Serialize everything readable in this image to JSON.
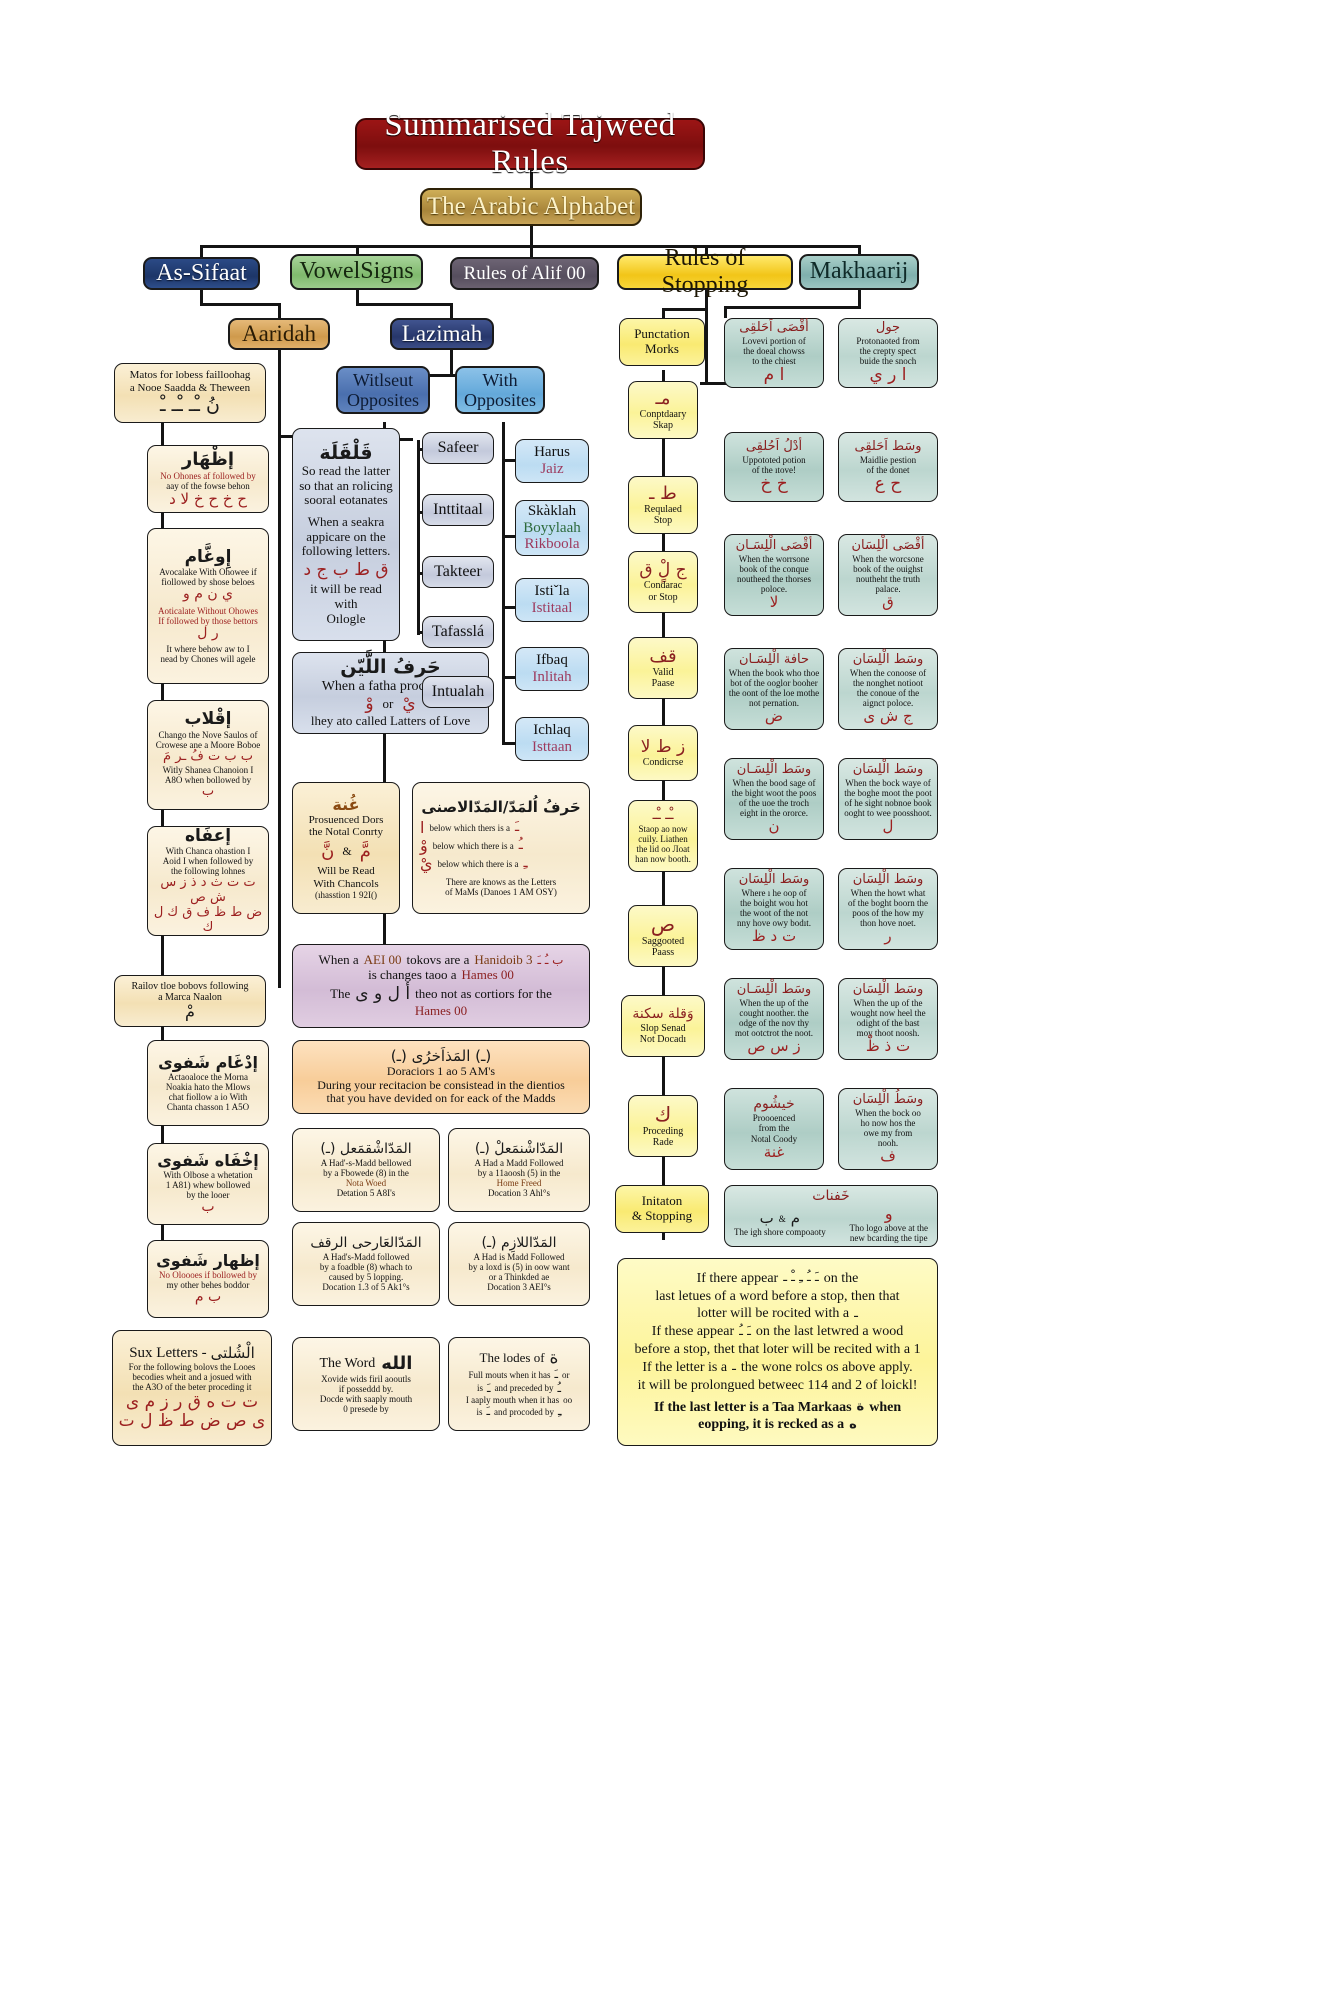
{
  "title": "Summarised Tajweed Rules",
  "subtitle": "The Arabic Alphabet",
  "categories": {
    "as_sifaat": "As-Sifaat",
    "vowel_signs": "VowelSigns",
    "rules_alif": "Rules of  Alif 00",
    "rules_stopping": "Rules of Stopping",
    "makhaarij": "Makhaarij"
  },
  "sub": {
    "aaridah": "Aaridah",
    "lazimah": "Lazimah",
    "without_opposites": "Witlseut Opposites",
    "with_opposites": "With Opposites"
  },
  "sifaat_column": [
    {
      "name": "ghunnah-box",
      "lines": [
        "Matos for lobess failloohag",
        "a Nooe Saadda & Theween"
      ],
      "arabic": "نُ ـْـ ـْـ ـْ"
    },
    {
      "name": "izhaar-box",
      "arabic_title": "إظْهَار",
      "lines_red": [
        "No Ohones af followed by"
      ],
      "lines": [
        "aay of the fowse behon"
      ],
      "arabic_letters": "ح خ ح خ لا د"
    },
    {
      "name": "idghaam-box",
      "arabic_title": "إِوغَّام",
      "lines": [
        "Avocalake With Ohowee if",
        "fiollowed by shose beloes"
      ],
      "arabic_letters": "ي ن م و",
      "lines2_red": [
        "Aoticalate Without Ohowes",
        "If followed by those bettors"
      ],
      "arabic_letters2": "ر ل",
      "lines3": [
        "It where behow aw to I",
        "nead by Chones will agele"
      ]
    },
    {
      "name": "iqlaab-box",
      "arabic_title": "إقْلاب",
      "lines": [
        "Chango the Nove Saulos of",
        "Crowese ane a Moore Boboe"
      ],
      "arabic_letters": "ب ب ت فُ ـر مَ",
      "lines2": [
        "Witly Shanea Chanoion I",
        "A8O when bollowed by"
      ],
      "arabic_letters2": "ب"
    },
    {
      "name": "ikhfaa-box",
      "arabic_title": "إعفَاه",
      "lines": [
        "With Chanca ohastion I",
        "Aoid I when followed by",
        "the following lohnes"
      ],
      "arabic_letters": "ت ت ث د ذ ز س ش ص",
      "arabic_letters2": "ض ط ظ ف ق ك ل ك"
    },
    {
      "name": "meem-sakinah-box",
      "lines": [
        "Railov tloe bobovs following",
        "a Marca Naalon"
      ],
      "arabic": "مْ"
    },
    {
      "name": "idghaam-shafawi-box",
      "arabic_title": "إدْغَام شَفوى",
      "lines": [
        "Actaoaloce the Morna",
        "Noakia hato the Mlows",
        "chat fiollow a io With",
        "Chanta chasson 1 A5O"
      ]
    },
    {
      "name": "ikhfaa-shafawi-box",
      "arabic_title": "إخْفَاه شَفوى",
      "lines": [
        "With Olbose a whetation",
        "1 A81) whew bollowed",
        "by the  looer"
      ],
      "arabic_letters": "ب"
    },
    {
      "name": "izhaar-shafawi-box",
      "arabic_title": "إظهار شَفوى",
      "lines_red": [
        "No Oloooes if bollowed by"
      ],
      "lines": [
        "my other behes boddor"
      ],
      "arabic_letters": "ب م"
    },
    {
      "name": "sux-letters-box",
      "title": "Sux Letters -",
      "arabic_title": "الْشُلتى",
      "lines": [
        "For the following bolovs the Looes",
        "becodies wheit and a josued with",
        "the A3O of the beter proceding it"
      ],
      "arabic_letters": "ت ت ه ق ر ز م ى",
      "arabic_letters2": "ى ص ض ط ظ ل ت"
    }
  ],
  "lazimah_column": {
    "qalqalah": {
      "arabic_title": "قَلْقَلَة",
      "lines": [
        "So read the latter",
        "so that an rolicing",
        "sooral eotanates"
      ],
      "lines2": [
        "When a seakra",
        "appicare on the",
        "following letters."
      ],
      "arabic_letters": "ق ط ب ج د",
      "note": "it will be read with",
      "note2": "Oılogle"
    },
    "harf_layyin": {
      "arabic_title": "حَرفُ اللَّيّن",
      "lines": [
        "When a fatha procedes a"
      ],
      "ar1": "وْ",
      "or": "or",
      "ar2": "يْ",
      "last": "lhey ato called Latters of Love"
    },
    "ghunnah2": {
      "arabic_title": "غُنة",
      "lines": [
        "Prosuenced Dors",
        "the Notal Conrty"
      ],
      "ar1": "نَّ",
      "amp": "&",
      "ar2": "مَّ",
      "lines2": [
        "Will be Read",
        "With Chancols",
        "(ıhasstion 1 92I()"
      ]
    },
    "madd_letters": {
      "arabic_title": "حَرفُ اُلمَدّ/المَدّالاصنى",
      "rows": [
        {
          "ar": "ا",
          "text": "below which thers is a",
          "mark": "ـَ"
        },
        {
          "ar": "وْ",
          "text": "below which there is a",
          "mark": "ـُ"
        },
        {
          "ar": "يْ",
          "text": "below which there is a",
          "mark": "ـِ"
        }
      ],
      "note": "There are knows as the Letters",
      "note2": "of MaMs (Danoes 1 AM OSY)"
    },
    "hamzah_note": {
      "l1a": "When a",
      "l1b": "AEI 00",
      "l1c": "tokovs are a",
      "l1d": "Hanidoib 3",
      "l1ar": "ب ـُ ـَ",
      "l2": "is changes taoo a",
      "l2b": "Hames 00",
      "l3a": "The",
      "l3ar": "أ ل و ى",
      "l3b": "theo not as cortiors for the",
      "l4": "Hames 00"
    },
    "madd_boxes": {
      "header_ar": "(ـ) المَذاَخرُى (ـ)",
      "l1": "Doraciors 1 ao 5 AM's",
      "l2": "During your recitacion be consistead in the dientios",
      "l3": "that you have devided on for eack of the Madds",
      "items": [
        {
          "title_ar": "المَدّاشْقمَعل (ـ)",
          "lines": [
            "A Had'-s-Madd bellowed",
            "by a Fbowede (8) in the"
          ],
          "mid": "Nota Woed",
          "last": "Detation 5 A8I's"
        },
        {
          "title_ar": "المَدّاشْنمَعلْ (ـ)",
          "lines": [
            "A Had a Madd Followed",
            "by a 11aoosh (5) in the"
          ],
          "mid": "Home Freed",
          "last": "Docation 3 Ahl°s"
        },
        {
          "title_ar": "المَدّالعَارحى الرقف",
          "lines": [
            "A Had's-Madd followed",
            "by a foadble (8) whach to",
            "caused by 5 lopping."
          ],
          "last": "Docation 1.3 of 5 Ak1°s"
        },
        {
          "title_ar": "المَدّاللازِم (ـ)",
          "lines": [
            "A Had is Madd Followed",
            "by a loxd is (5) in oow want",
            "or a Thinkded ae"
          ],
          "last": "Docation 3 AEI°s"
        }
      ]
    },
    "word_allah": {
      "title": "The Word",
      "ar": "الله",
      "lines": [
        "Xovide wids firil aooutls",
        "if posseddd by.",
        "Docde with saaply mouth",
        "0 presede by"
      ],
      "mark": "ـ"
    },
    "lodes_of": {
      "title": "The lodes of",
      "ar": "ة",
      "l1": "Full mouts when it has",
      "m1": "ـَ",
      "or": "or",
      "m2": "ـُ",
      "l2": "is",
      "m3": "ـَ",
      "l2b": "and preceded by",
      "m4": "ـُ",
      "l3": "I aaply mouth when it has",
      "oo": "oo",
      "l4": "is",
      "m5": "ـَ",
      "l4b": "and procoded by",
      "m6": "ـِ"
    }
  },
  "without_opposites": [
    "Safeer",
    "Inttitaal",
    "Takteer",
    "Tafasslá",
    "Intualah"
  ],
  "with_opposites": [
    {
      "l1": "Harus",
      "l2": "Jaiz"
    },
    {
      "l1": "Skàklah",
      "l2": "Boyylaah",
      "l3": "Rikboola"
    },
    {
      "l1": "Istiˇla",
      "l2": "Istitaal"
    },
    {
      "l1": "Ifbaq",
      "l2": "Inlitah"
    },
    {
      "l1": "Ichlaq",
      "l2": "Isttaan"
    }
  ],
  "stopping_column": {
    "header": {
      "l1": "Punctation",
      "l2": "Morks"
    },
    "items": [
      {
        "ar": "مـ",
        "l1": "Conptdaary",
        "l2": "Skap"
      },
      {
        "ar": "ط ـ",
        "l1": "Requlaed",
        "l2": "Stop"
      },
      {
        "ar": "ج لٍْ ق",
        "l1": "Condarac",
        "l2": "or Stop"
      },
      {
        "ar": "قف",
        "l1": "Valid",
        "l2": "Paase"
      },
      {
        "ar": "ز ط لا",
        "l1": "Condicrse"
      },
      {
        "ar": "ـْـ ـْـ",
        "l1": "Staop ao now",
        "l2": "cuily. Liathen",
        "l3": "the lid oo Лoat",
        "l4": "han now booth."
      },
      {
        "ar": "ص",
        "l1": "Saggooted",
        "l2": "Paass"
      },
      {
        "ar": "وَقلة سكنة",
        "l1": "Slop Senad",
        "l2": "Not Docadı"
      },
      {
        "ar": "ك",
        "l1": "Proceding",
        "l2": "Rade"
      }
    ],
    "footer": {
      "l1": "Initaton",
      "l2": "& Stopping"
    }
  },
  "makhaarij": [
    {
      "ar_title": "أقْصَى اَحَلقِى",
      "lines": [
        "Lovevi portion of",
        "the doeal chowss",
        "to the chiest"
      ],
      "letters": "ا م",
      "letter_color": "#9c2020"
    },
    {
      "ar_title": "جول",
      "lines": [
        "Protonaoted from",
        "the crepty spect",
        "buide the snoch"
      ],
      "letters": "ا ر ي",
      "letter_color": "#9c2020"
    },
    {
      "ar_title": "أدْلُ اَحُلقِى",
      "lines": [
        "Uppototed potion",
        "of the ıtove!"
      ],
      "letters": "خ خ",
      "letter_color": "#9c2020"
    },
    {
      "ar_title": "وسَط اَحَلقِى",
      "lines": [
        "Maidlie pestion",
        "of the donet"
      ],
      "letters": "ح ع",
      "letter_color": "#9c2020"
    },
    {
      "ar_title": "أقْصَى الْلِسَـان",
      "lines": [
        "When the worrsone",
        "book of the conque",
        "noutheed the thorses",
        "poloce."
      ],
      "letters": "لا",
      "letter_color": "#9c2020"
    },
    {
      "ar_title": "أقْصَى الْلِسَان",
      "lines": [
        "When the worcsone",
        "book of the ouighst",
        "noutheht the truth",
        "palace."
      ],
      "letters": "ق",
      "letter_color": "#9c2020"
    },
    {
      "ar_title": "حافة الْلِسَـان",
      "lines": [
        "When the book who thoe",
        "bot of the ooglor booher",
        "the oont of the loe mothe",
        "not pernation."
      ],
      "letters": "ض",
      "letter_color": "#9c2020"
    },
    {
      "ar_title": "وسَط الْلِسَان",
      "lines": [
        "When the conoose of",
        "the nonghet notioot",
        "the conoue of the",
        "aignct poloce."
      ],
      "letters": "ج ش ى",
      "letter_color": "#9c2020"
    },
    {
      "ar_title": "وسَط الْلِسَـان",
      "lines": [
        "When the bood sage of",
        "the bight woot the poos",
        "of the uoe the troch",
        "eight in the ororce."
      ],
      "letters": "ن",
      "letter_color": "#9c2020"
    },
    {
      "ar_title": "وسَط الْلِسَان",
      "lines": [
        "When the bock waye of",
        "the boghe moot the poot",
        "of he sight nobnoe book",
        "ooght to wee poosshoot."
      ],
      "letters": "ل",
      "letter_color": "#9c2020"
    },
    {
      "ar_title": "وسَط الْلِسَان",
      "lines": [
        "Where ı he oop of",
        "the boight wou hot",
        "the woot of the not",
        "nny hove owy bodıt."
      ],
      "letters": "ت د ظ",
      "letter_color": "#9c2020"
    },
    {
      "ar_title": "وسَط الْلِسَان",
      "lines": [
        "When the howt what",
        "of the boght boorn the",
        "poos of the how my",
        "thon hove noet."
      ],
      "letters": "ر",
      "letter_color": "#9c2020"
    },
    {
      "ar_title": "وسَط الْلِسَـان",
      "lines": [
        "When the up of the",
        "cought noother. the",
        "odge of the nov thy",
        "mot ootctrot the noot."
      ],
      "letters": "ز س ص",
      "letter_color": "#9c2020"
    },
    {
      "ar_title": "وسَط الْلِسَان",
      "lines": [
        "When the up of the",
        "wought now heel the",
        "odight of the bast",
        "moy thoot noosh."
      ],
      "letters": "ت ذ ظْ",
      "letter_color": "#9c2020"
    },
    {
      "ar_title": "خيشُوم",
      "lines": [
        "Proooenced",
        "from the",
        "Notal Coody"
      ],
      "letters": "غنة",
      "letter_color": "#9c2020"
    },
    {
      "ar_title": "وسَطُ الْلِسَان",
      "lines": [
        "When the bock oo",
        "ho now hos the",
        "owe my from",
        "nooh."
      ],
      "letters": "ف",
      "letter_color": "#9c2020"
    },
    {
      "ar_title": "خَفنات",
      "l_left": "ب",
      "amp": "&",
      "l_right": "م",
      "lines": [
        "The igh shore compoaoty"
      ],
      "rlines": [
        "Tho logo above at the",
        "new bcarding the tipe"
      ],
      "letters": "و",
      "letter_color": "#9c2020"
    }
  ],
  "bottom_note": [
    {
      "a": "If there appear",
      "ar": "ـَ  ـُ  ـِ  ـْ  ـ",
      "b": "on the"
    },
    {
      "a": "last letues of a word before a stop, then that"
    },
    {
      "a": "lotter will be rocited with a",
      "ar": "ـ"
    },
    {
      "a": "If these appear",
      "ar": "ـَ ـُ",
      "b": "on the last letwred a wood"
    },
    {
      "a": "before a stop, thet that loter will be recited with a 1"
    },
    {
      "a": "If the letter is a",
      "ar": "ـ",
      "b": "the wone rolcs os above apply."
    },
    {
      "a": "it will be prolongued betweec 114 and 2 of loickl!"
    },
    {
      "a": "If the last letter is a Taa Markaas",
      "ar": "ة",
      "b": "when"
    },
    {
      "a": "eopping, it is recked  as a",
      "ar": "ه"
    }
  ]
}
